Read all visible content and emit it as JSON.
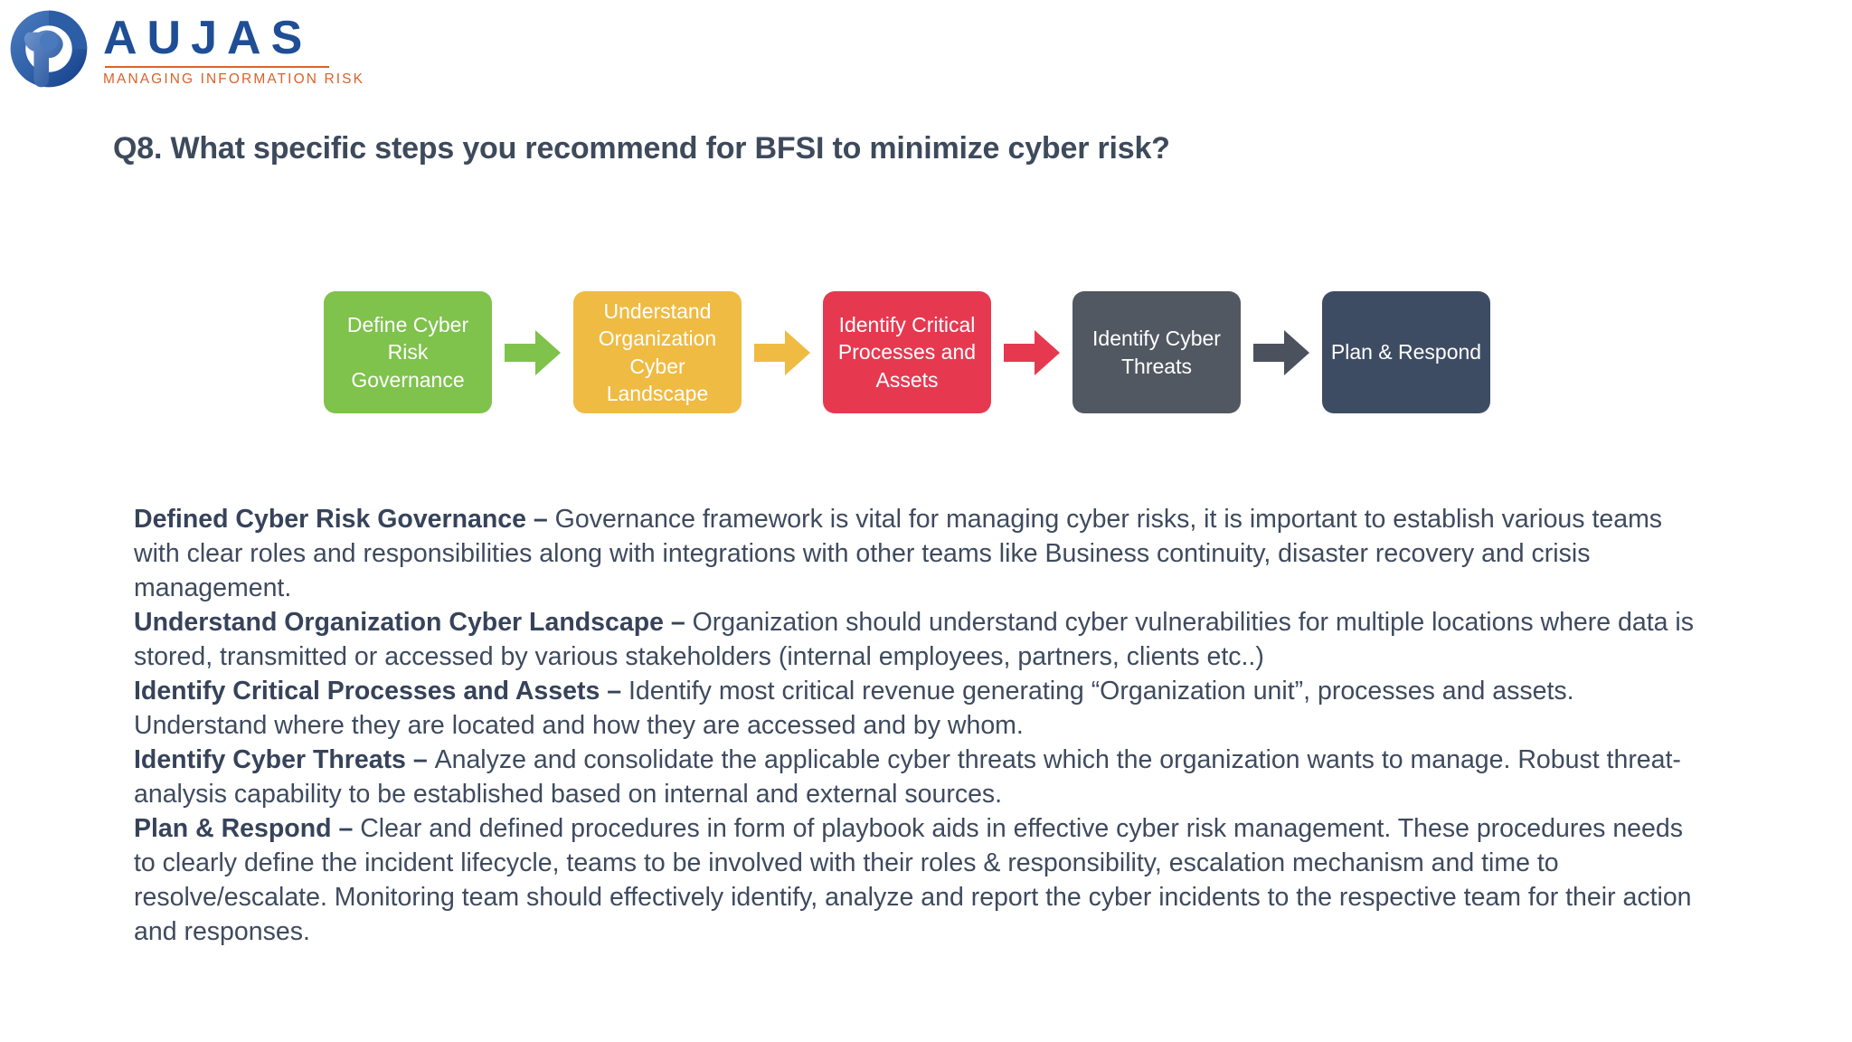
{
  "logo": {
    "name": "aujas-logo",
    "wordmark": "AUJAS",
    "tagline": "MANAGING INFORMATION RISK",
    "mark_icon": "aujas-circle-keyhole-icon",
    "brand_blue": "#1F4E96",
    "brand_orange": "#D9622B"
  },
  "title": "Q8. What specific steps you recommend for BFSI to minimize cyber risk?",
  "title_color": "#3D4A5C",
  "flow": {
    "steps": [
      {
        "label": "Define Cyber Risk Governance",
        "color": "#7FC24C",
        "width": 186,
        "height": 135
      },
      {
        "label": "Understand Organization Cyber Landscape",
        "color": "#EFBB43",
        "width": 186,
        "height": 135
      },
      {
        "label": "Identify Critical Processes and Assets",
        "color": "#E63950",
        "width": 186,
        "height": 135
      },
      {
        "label": "Identify Cyber Threats",
        "color": "#525862",
        "width": 186,
        "height": 135
      },
      {
        "label": "Plan & Respond",
        "color": "#3E4C63",
        "width": 186,
        "height": 135
      }
    ],
    "arrows": [
      {
        "name": "arrow-green",
        "color": "#7FC24C"
      },
      {
        "name": "arrow-amber",
        "color": "#EFBB43"
      },
      {
        "name": "arrow-red",
        "color": "#E63950"
      },
      {
        "name": "arrow-gray",
        "color": "#4C525D"
      }
    ]
  },
  "body": {
    "paragraphs": [
      {
        "lead": "Defined Cyber Risk Governance – ",
        "text": "Governance framework is vital for managing cyber risks, it is important to establish various teams with clear roles and responsibilities along with integrations with other teams like Business continuity, disaster recovery and crisis management."
      },
      {
        "lead": "Understand Organization Cyber Landscape – ",
        "text": "Organization should understand cyber vulnerabilities for multiple locations where data is stored, transmitted or accessed by various stakeholders (internal employees, partners, clients etc..)"
      },
      {
        "lead": "Identify Critical Processes and Assets – ",
        "text": "Identify most critical revenue generating “Organization unit”, processes and assets. Understand where they are located and how they are accessed and by whom."
      },
      {
        "lead": "Identify Cyber Threats – ",
        "text": "Analyze and consolidate the applicable cyber threats which the organization wants to manage. Robust threat-analysis capability to be established based on internal and external sources."
      },
      {
        "lead": "Plan & Respond – ",
        "text": "Clear and defined procedures in form of playbook aids in effective cyber risk management.  These procedures needs to clearly define the incident lifecycle, teams to be involved with their roles & responsibility, escalation mechanism and time to resolve/escalate. Monitoring team should effectively identify, analyze and report the cyber incidents to the respective team for their action and responses."
      }
    ],
    "text_color": "#3E4A5E"
  }
}
